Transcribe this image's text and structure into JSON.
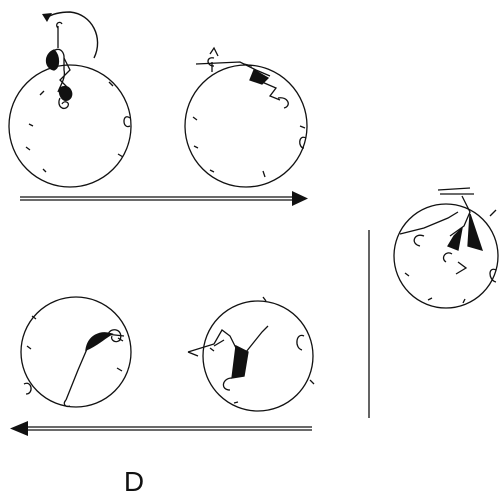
{
  "figure": {
    "panel_label": "D",
    "ink_color": "#111111",
    "background_color": "#ffffff"
  },
  "sequences": [
    {
      "name": "top-sequence",
      "direction": "left-to-right",
      "circles": 2
    },
    {
      "name": "bottom-sequence",
      "direction": "right-to-left",
      "circles": 2
    },
    {
      "name": "isolated-circle",
      "circles": 1
    }
  ]
}
